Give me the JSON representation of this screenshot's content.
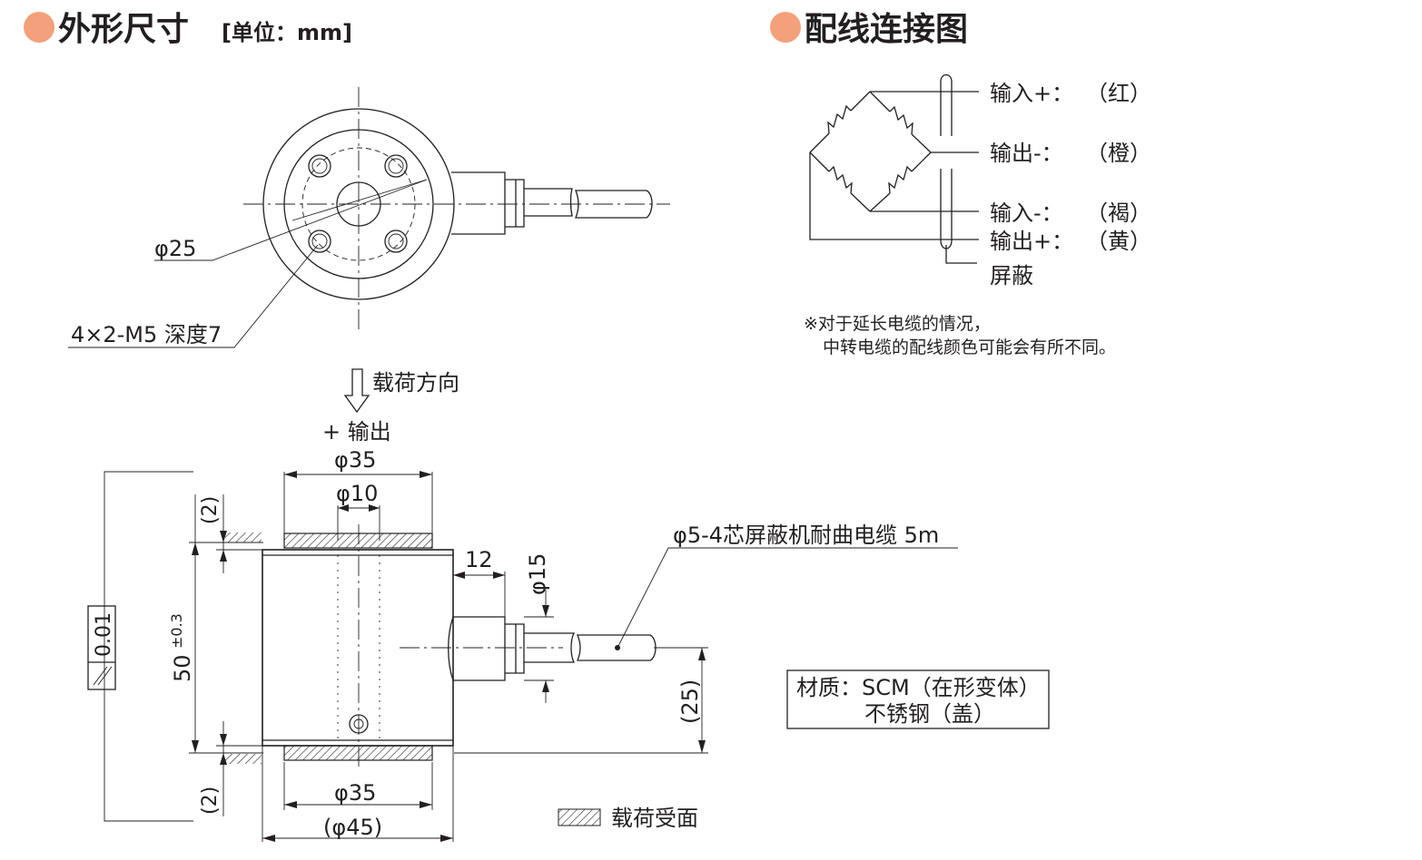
{
  "colors": {
    "accent": "#f4a07a",
    "ink": "#231f20"
  },
  "section_dimensions": {
    "title": "外形尺寸",
    "unit": "[单位：mm]"
  },
  "section_wiring": {
    "title": "配线连接图"
  },
  "top_view": {
    "dia25": "φ25",
    "holes": "4×2-M5 深度7"
  },
  "front_view": {
    "load_direction": "载荷方向",
    "plus_output": "+ 输出",
    "dia35_top": "φ35",
    "dia10": "φ10",
    "dim2_top": "(2)",
    "dim2_bottom": "(2)",
    "dim12": "12",
    "dia15": "φ15",
    "cable": "φ5-4芯屏蔽机耐曲电缆 5m",
    "height": "50",
    "height_tol": "±0.3",
    "dim25": "(25)",
    "parallel": "0.01",
    "dia35_bottom": "φ35",
    "dia45": "(φ45)",
    "load_surface": "载荷受面"
  },
  "material": {
    "line1": "材质：SCM（在形变体）",
    "line2": "不锈钢（盖）"
  },
  "wiring": {
    "input_plus": {
      "label": "输入+：",
      "color": "（红）"
    },
    "output_minus": {
      "label": "输出-：",
      "color": "（橙）"
    },
    "input_minus": {
      "label": "输入-：",
      "color": "（褐）"
    },
    "output_plus": {
      "label": "输出+：",
      "color": "（黄）"
    },
    "shield": "屏蔽",
    "note1": "※对于延长电缆的情况，",
    "note2": "中转电缆的配线颜色可能会有所不同。"
  }
}
